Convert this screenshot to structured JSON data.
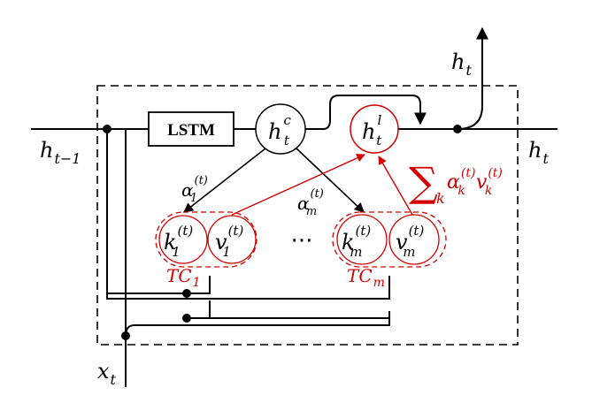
{
  "labels": {
    "h_prev": {
      "base": "h",
      "sub": "t−1"
    },
    "h_out_top": {
      "base": "h",
      "sub": "t"
    },
    "h_out_right": {
      "base": "h",
      "sub": "t"
    },
    "x_in": {
      "base": "x",
      "sub": "t"
    },
    "lstm": "LSTM",
    "hc": {
      "base": "h",
      "sup": "c",
      "sub": "t"
    },
    "hl": {
      "base": "h",
      "sup": "l",
      "sub": "t"
    },
    "alpha1": {
      "base": "α",
      "sup": "(t)",
      "sub": "1"
    },
    "alpham": {
      "base": "α",
      "sup": "(t)",
      "sub": "m"
    },
    "k1": {
      "base": "k",
      "sup": "(t)",
      "sub": "1"
    },
    "v1": {
      "base": "v",
      "sup": "(t)",
      "sub": "1"
    },
    "km": {
      "base": "k",
      "sup": "(t)",
      "sub": "m"
    },
    "vm": {
      "base": "v",
      "sup": "(t)",
      "sub": "m"
    },
    "ellipsis": "···",
    "tc1": {
      "base": "TC",
      "sub": "1"
    },
    "tcm": {
      "base": "TC",
      "sub": "m"
    },
    "sum": {
      "symbol": "∑",
      "index": "k",
      "a": "α",
      "a_sub": "k",
      "a_sup": "(t)",
      "v": "v",
      "v_sub": "k",
      "v_sup": "(t)"
    }
  },
  "colors": {
    "black": "#000000",
    "red": "#d40000"
  }
}
